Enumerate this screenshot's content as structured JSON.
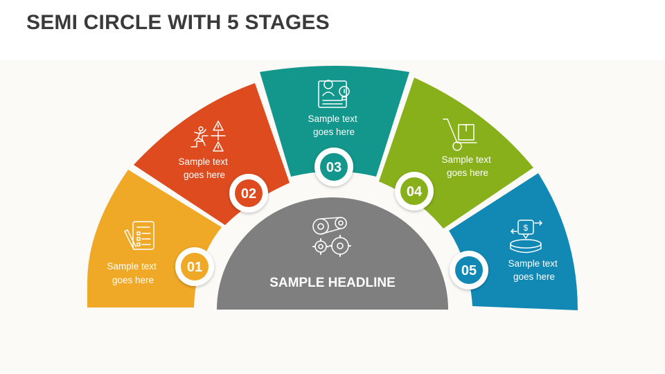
{
  "page": {
    "title": "SEMI CIRCLE WITH 5 STAGES",
    "headline": "SAMPLE HEADLINE",
    "headline_icon": "gears-belt-icon",
    "center_color": "#7f7f7f"
  },
  "stages": [
    {
      "number": "01",
      "line1": "Sample text",
      "line2": "goes here",
      "color": "#f0a927",
      "icon": "checklist-pencil-icon"
    },
    {
      "number": "02",
      "line1": "Sample text",
      "line2": "goes here",
      "color": "#dd4b1f",
      "icon": "runner-warning-icon"
    },
    {
      "number": "03",
      "line1": "Sample text",
      "line2": "goes here",
      "color": "#13968b",
      "icon": "presenter-idea-icon"
    },
    {
      "number": "04",
      "line1": "Sample text",
      "line2": "goes here",
      "color": "#88b01a",
      "icon": "hand-truck-box-icon"
    },
    {
      "number": "05",
      "line1": "Sample text",
      "line2": "goes here",
      "color": "#1289b5",
      "icon": "money-transfer-coin-icon"
    }
  ]
}
